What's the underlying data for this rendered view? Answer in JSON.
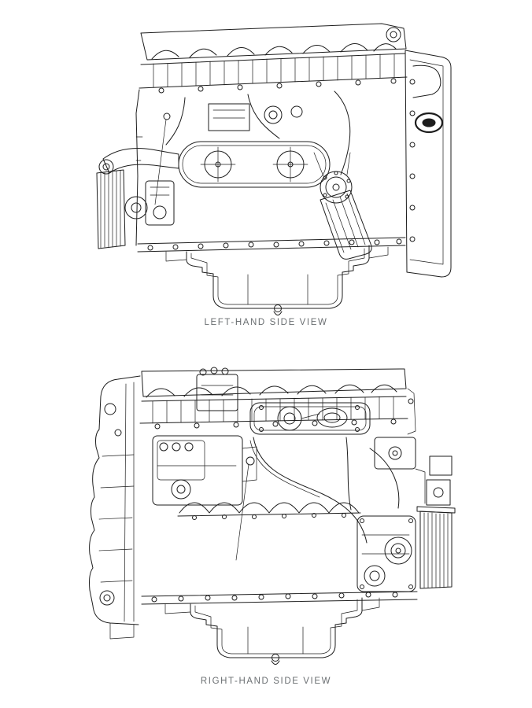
{
  "page": {
    "background_color": "#ffffff",
    "ink_color": "#1d1d1d",
    "caption_color": "#6b6f72"
  },
  "figures": [
    {
      "id": "left-hand-side-view",
      "caption": "LEFT-HAND SIDE VIEW"
    },
    {
      "id": "right-hand-side-view",
      "caption": "RIGHT-HAND SIDE VIEW"
    }
  ]
}
